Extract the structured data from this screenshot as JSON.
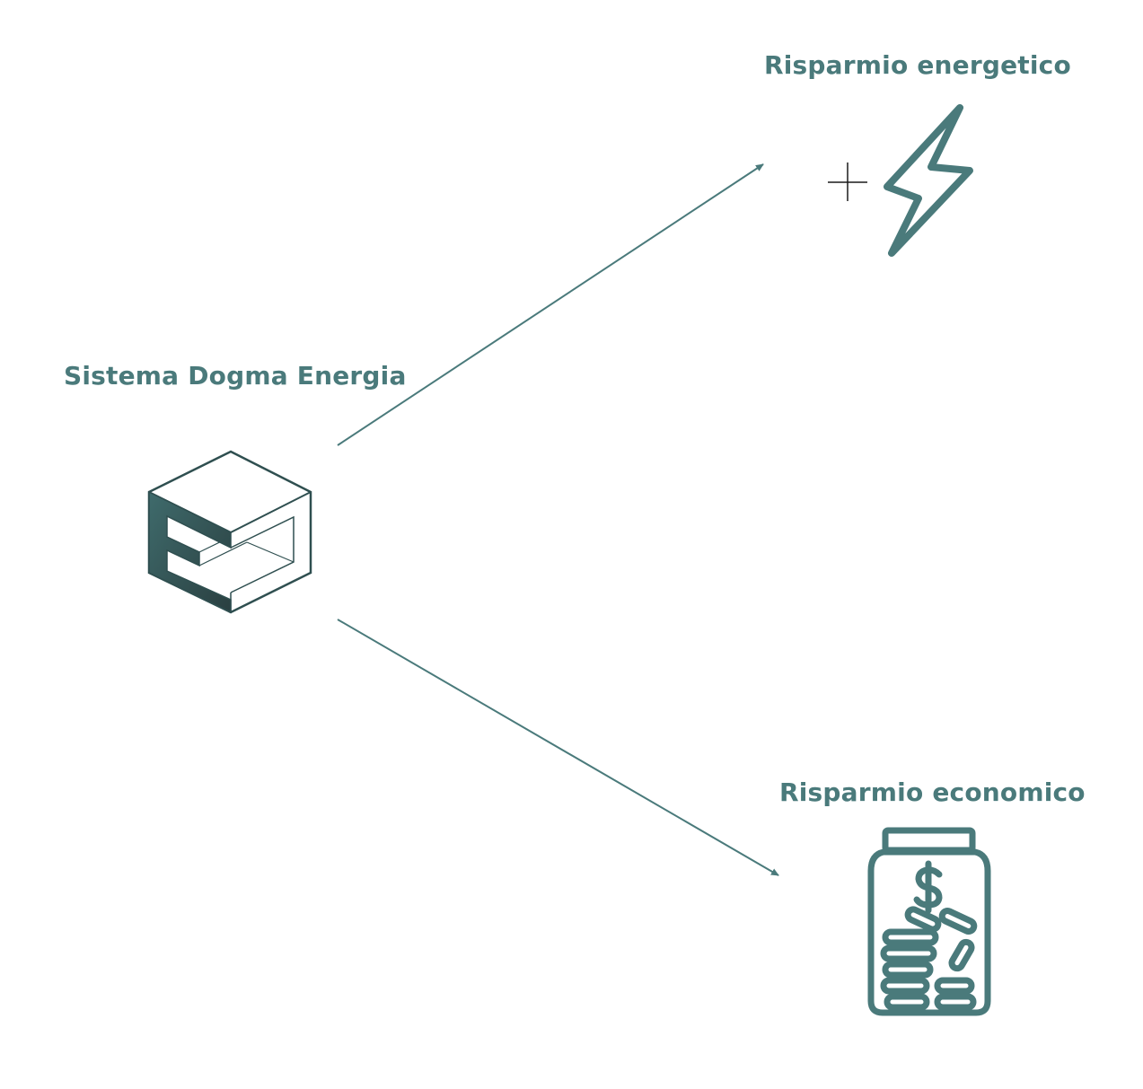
{
  "source": {
    "label": "Sistema Dogma Energia",
    "icon": "dogma-cube-logo-icon"
  },
  "targets": [
    {
      "label": "Risparmio energetico",
      "icon": "lightning-bolt-icon"
    },
    {
      "label": "Risparmio economico",
      "icon": "money-jar-icon"
    }
  ],
  "colors": {
    "accent": "#4a7a7b",
    "dark": "#2f4f50"
  }
}
